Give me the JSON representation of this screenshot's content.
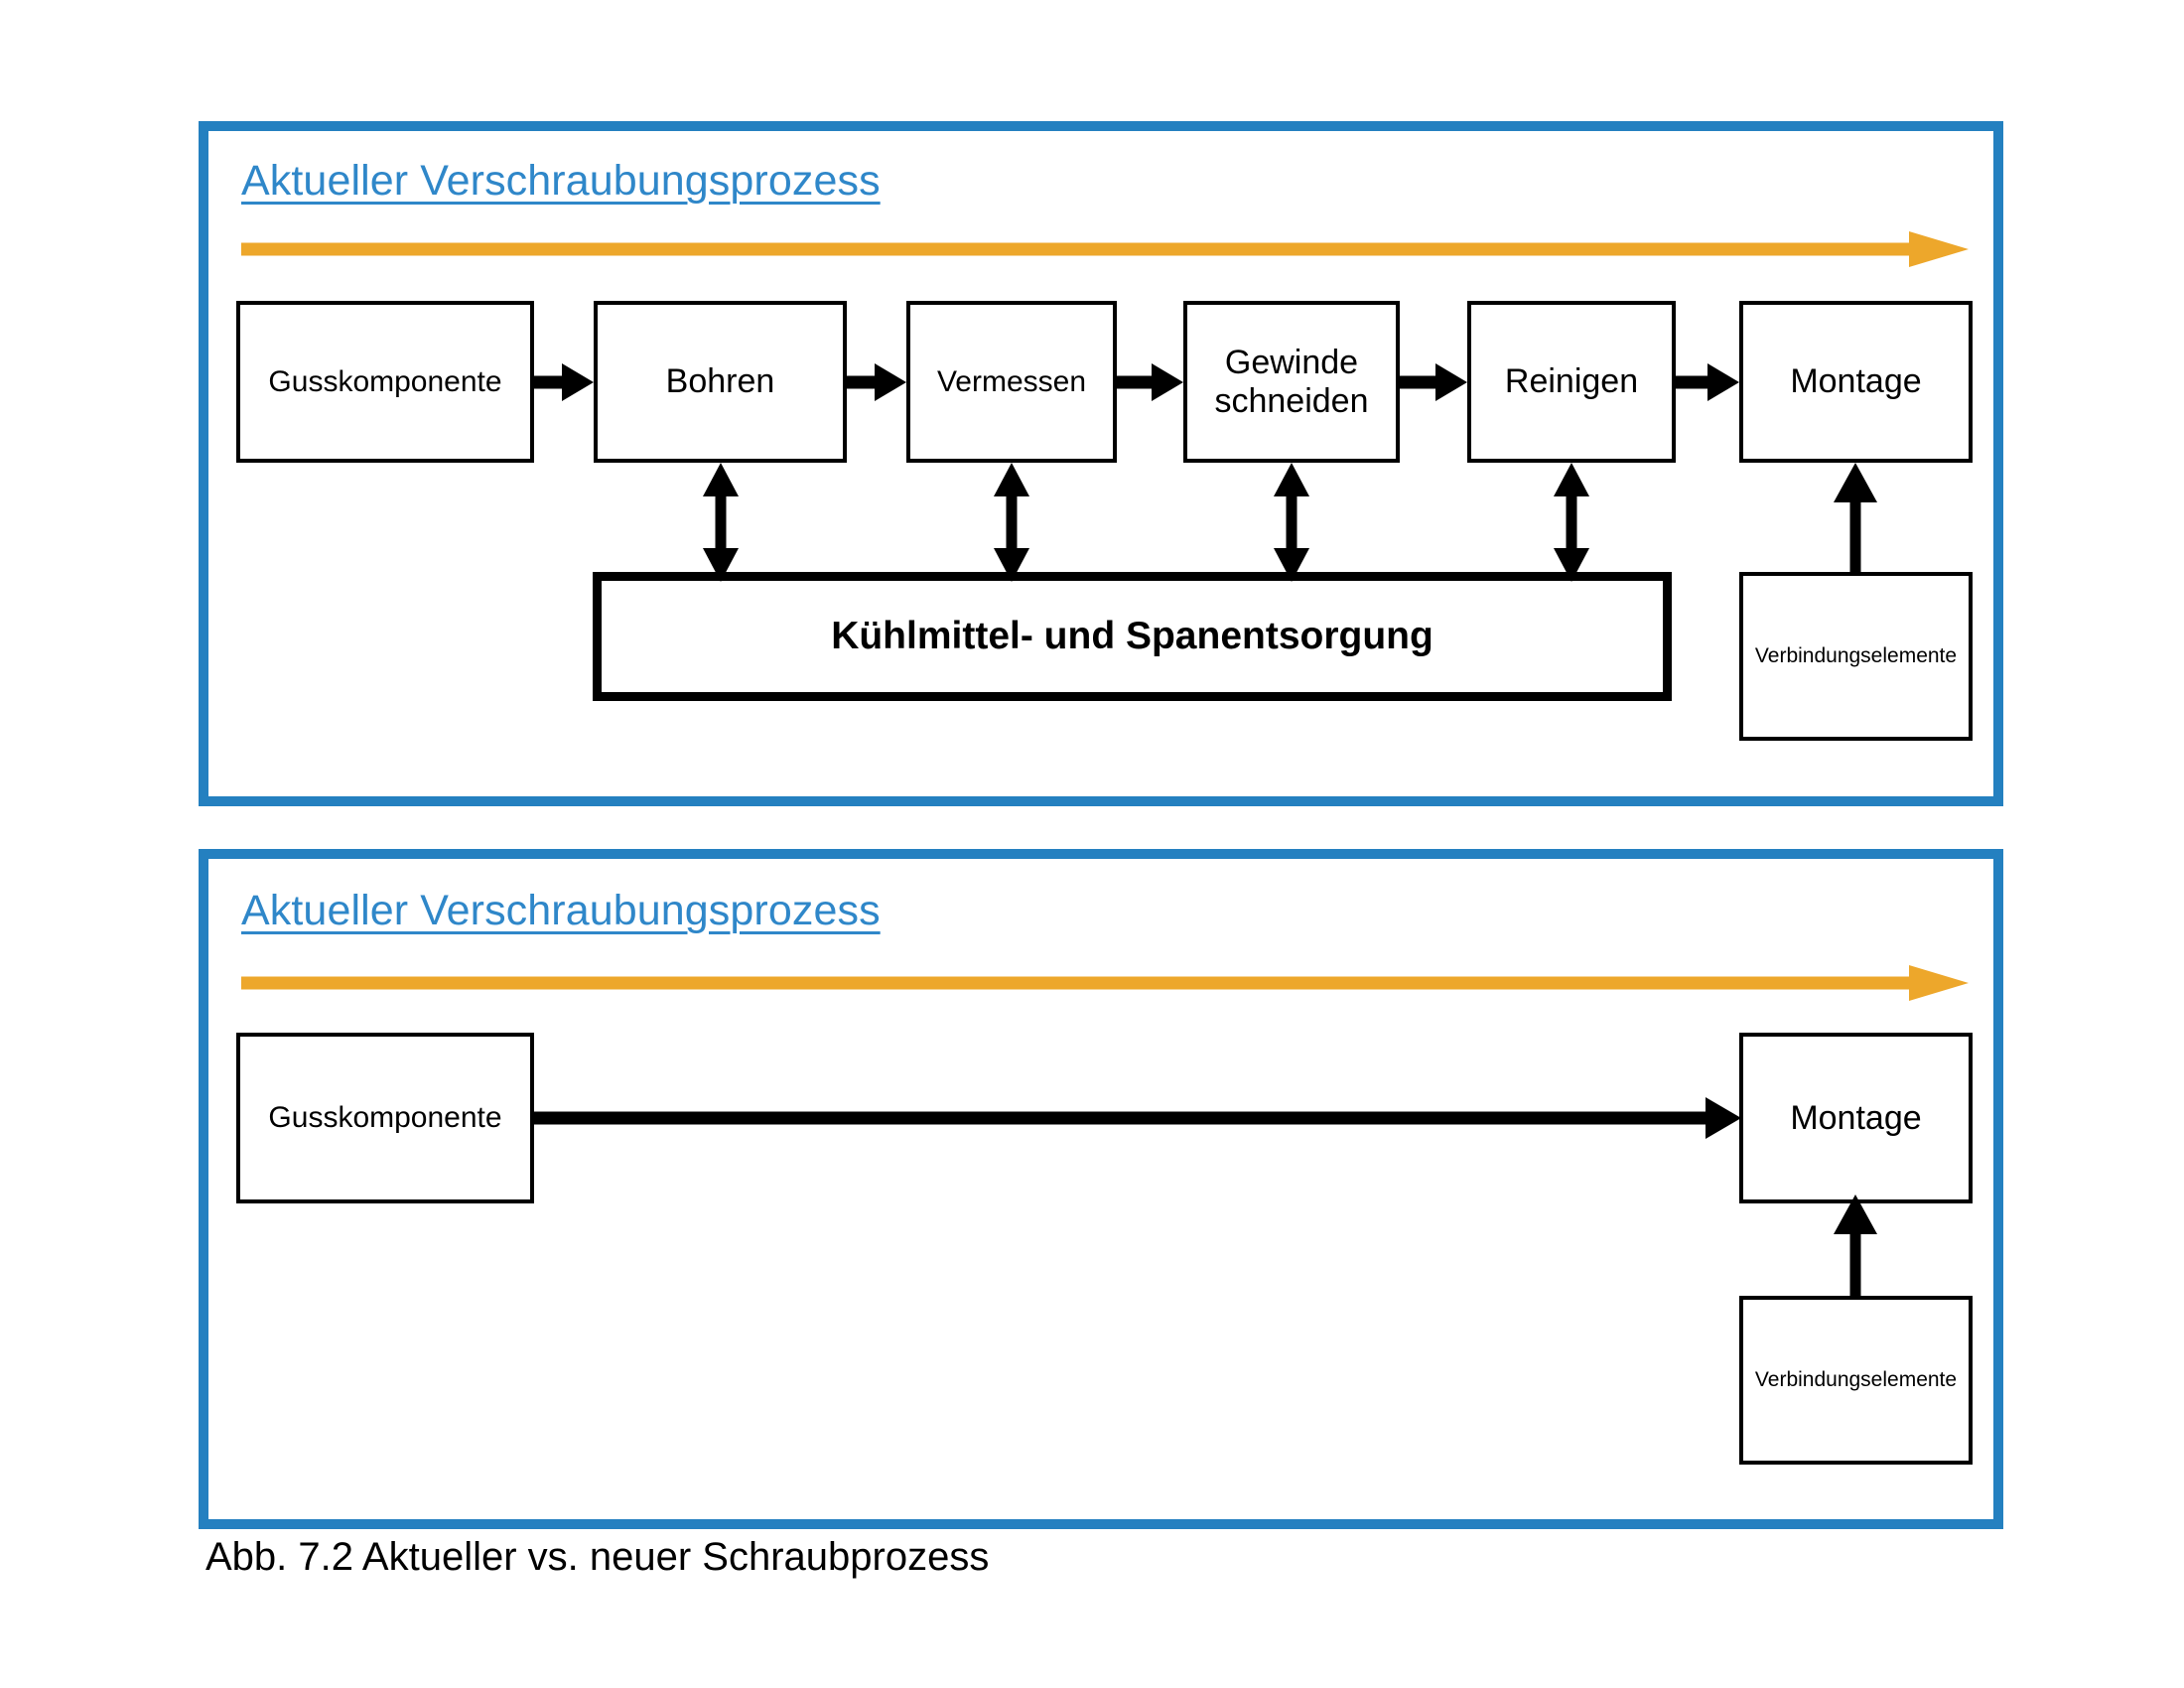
{
  "figure": {
    "caption": "Abb. 7.2 Aktueller vs. neuer Schraubprozess",
    "colors": {
      "panel_border": "#2480C0",
      "title_text": "#2F87C9",
      "timeline_arrow": "#EDA72B",
      "box_border": "#000000",
      "background": "#FFFFFF"
    }
  },
  "panels": [
    {
      "id": "current",
      "title": "Aktueller Verschraubungsprozess",
      "timeline_arrow": "time-arrow-right",
      "process_steps": [
        {
          "label": "Gusskomponente"
        },
        {
          "label": "Bohren"
        },
        {
          "label": "Vermessen"
        },
        {
          "label_line1": "Gewinde",
          "label_line2": "schneiden"
        },
        {
          "label": "Reinigen"
        },
        {
          "label": "Montage"
        }
      ],
      "support_bar": {
        "label": "Kühlmittel- und Spanentsorgung"
      },
      "supply_box": {
        "label": "Verbindungselemente"
      }
    },
    {
      "id": "new",
      "title": "Aktueller Verschraubungsprozess",
      "timeline_arrow": "time-arrow-right",
      "process_steps": [
        {
          "label": "Gusskomponente"
        },
        {
          "label": "Montage"
        }
      ],
      "supply_box": {
        "label": "Verbindungselemente"
      }
    }
  ]
}
